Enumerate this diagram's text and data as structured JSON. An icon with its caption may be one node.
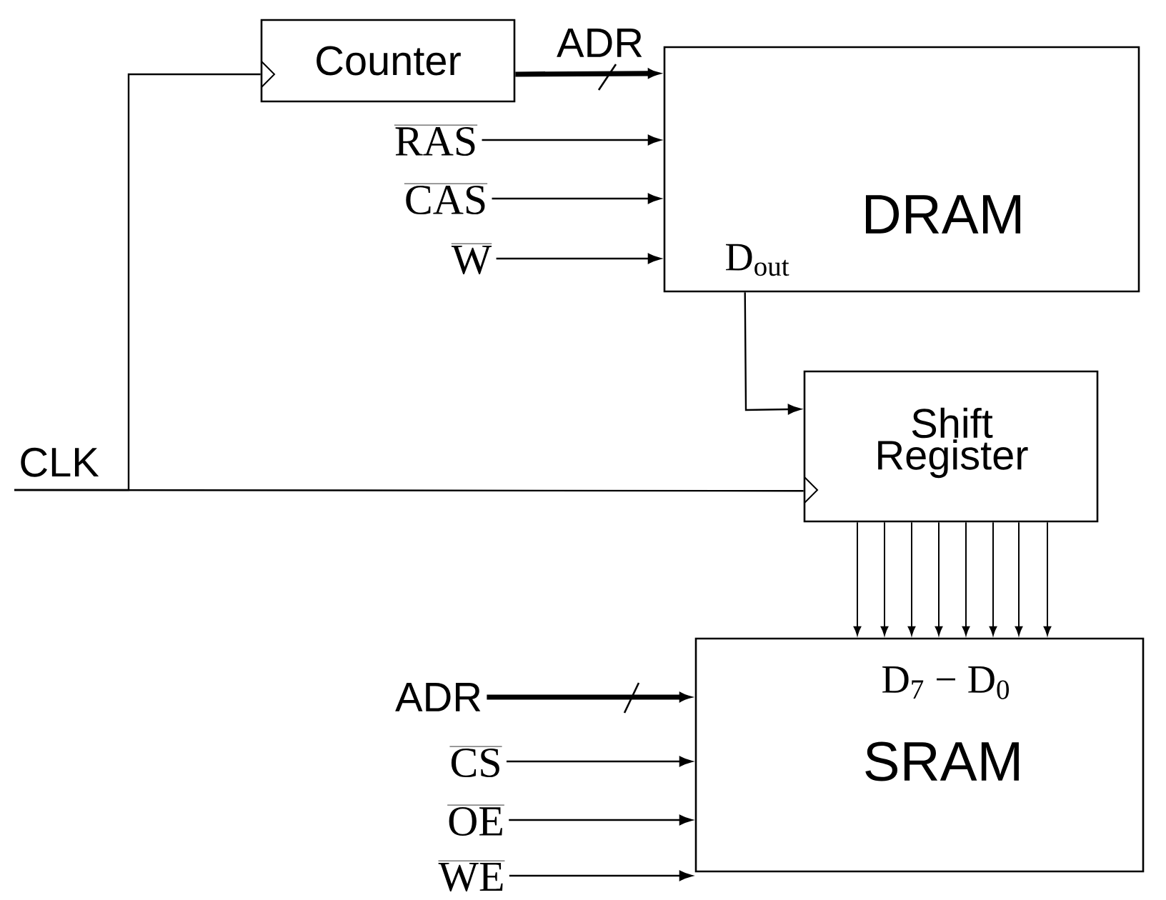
{
  "diagram": {
    "nodes": [
      {
        "text": [
          "Counter"
        ]
      },
      {
        "text": [
          "DRAM",
          "D$_{out}$"
        ]
      },
      {
        "text": [
          "Shift Register"
        ]
      },
      {
        "text": [
          "D$_{7}$ − D$_{0}$",
          "SRAM"
        ]
      },
      {
        "text": [
          "RAS"
        ]
      },
      {
        "text": [
          "CAS"
        ]
      },
      {
        "text": [
          "W"
        ]
      },
      {
        "text": [
          "CLK"
        ]
      },
      {
        "text": [
          "ADR"
        ]
      },
      {
        "text": [
          "CS"
        ]
      },
      {
        "text": [
          "OE"
        ]
      },
      {
        "text": [
          "WE"
        ]
      }
    ],
    "edges": [
      {
        "from": 0,
        "to": 1,
        "arrow": "to",
        "label": "ADR",
        "style": "thick"
      },
      {
        "from": 4,
        "to": 1,
        "arrow": "to"
      },
      {
        "from": 5,
        "to": 1,
        "arrow": "to"
      },
      {
        "from": 6,
        "to": 1,
        "arrow": "to"
      },
      {
        "from": 7,
        "to": 0,
        "arrow": "to"
      },
      {
        "from": 7,
        "to": 2,
        "arrow": "to"
      },
      {
        "from": 1,
        "to": 2,
        "arrow": "to"
      },
      {
        "from": 2,
        "to": 3,
        "arrow": "to"
      },
      {
        "from": 2,
        "to": 3,
        "arrow": "to"
      },
      {
        "from": 2,
        "to": 3,
        "arrow": "to"
      },
      {
        "from": 2,
        "to": 3,
        "arrow": "to"
      },
      {
        "from": 2,
        "to": 3,
        "arrow": "to"
      },
      {
        "from": 2,
        "to": 3,
        "arrow": "to"
      },
      {
        "from": 2,
        "to": 3,
        "arrow": "to"
      },
      {
        "from": 2,
        "to": 3,
        "arrow": "to"
      },
      {
        "from": 8,
        "to": 3,
        "arrow": "to",
        "style": "thick"
      },
      {
        "from": 9,
        "to": 3,
        "arrow": "to"
      },
      {
        "from": 10,
        "to": 3,
        "arrow": "to"
      },
      {
        "from": 11,
        "to": 3,
        "arrow": "to"
      }
    ]
  }
}
